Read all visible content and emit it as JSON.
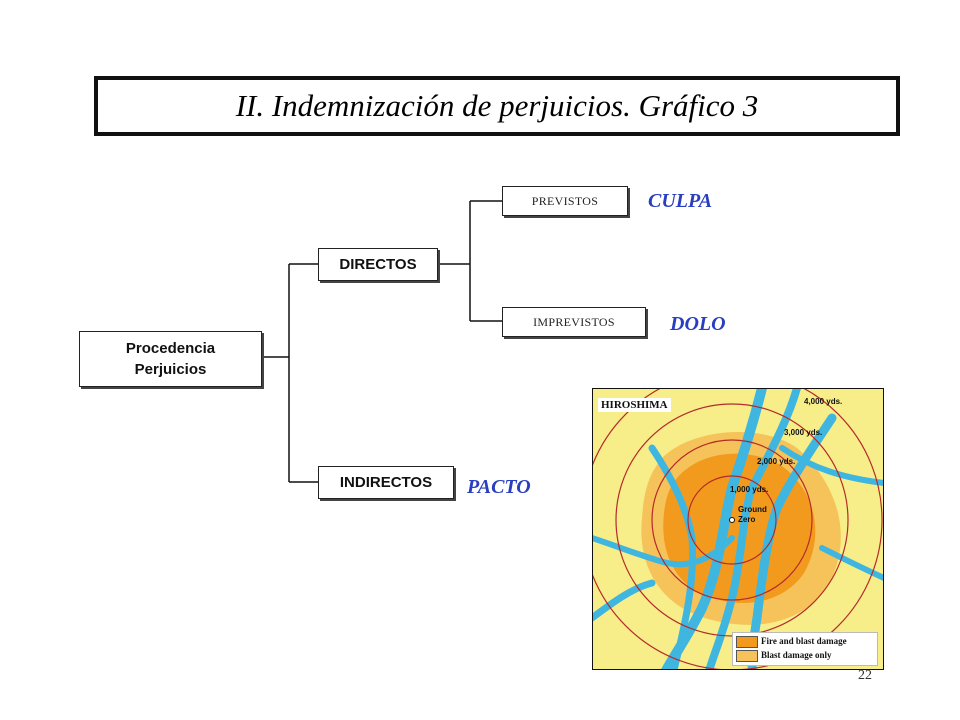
{
  "title": "II. Indemnización de perjuicios. Gráfico 3",
  "nodes": {
    "root_line1": "Procedencia",
    "root_line2": "Perjuicios",
    "directos": "DIRECTOS",
    "indirectos": "INDIRECTOS",
    "previstos": "PREVISTOS",
    "imprevistos": "IMPREVISTOS"
  },
  "tags": {
    "culpa": "CULPA",
    "dolo": "DOLO",
    "pacto": "PACTO"
  },
  "map": {
    "title": "HIROSHIMA",
    "rings": [
      "4,000 yds.",
      "3,000 yds.",
      "2,000 yds.",
      "1,000 yds."
    ],
    "ground_zero_line1": "Ground",
    "ground_zero_line2": "Zero",
    "legend": [
      "Fire and blast damage",
      "Blast damage only"
    ]
  },
  "colors": {
    "tag_blue": "#2a3fbf",
    "map_land": "#f7ee8a",
    "map_water": "#3fb6e0",
    "map_fire": "#f29a1d",
    "map_ring": "#b52a2a"
  },
  "page_number": "22"
}
